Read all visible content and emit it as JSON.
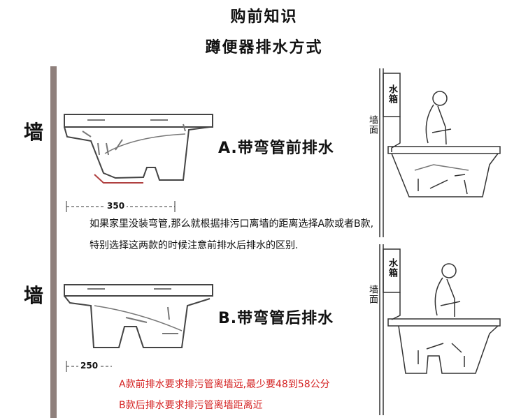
{
  "title": "购前知识",
  "subtitle": "蹲便器排水方式",
  "wall_label": "墙",
  "option_a": {
    "label": "A.带弯管前排水",
    "dimension": "350"
  },
  "option_b": {
    "label": "B.带弯管后排水",
    "dimension": "250"
  },
  "tank_label": "水箱",
  "side_wall_label": "墙面",
  "note_line1": "如果家里没装弯管,那么就根据排污口离墙的距离选择A款或者B款,",
  "note_line2": "特别选择这两款的时候注意前排水后排水的区别.",
  "red_line1": "A款前排水要求排污管离墙远,最少要48到58公分",
  "red_line2": "B款后排水要求排污管离墙距离近",
  "colors": {
    "text": "#111111",
    "accent_red": "#d42020",
    "wall": "#8a7a76",
    "outline": "#555555"
  }
}
